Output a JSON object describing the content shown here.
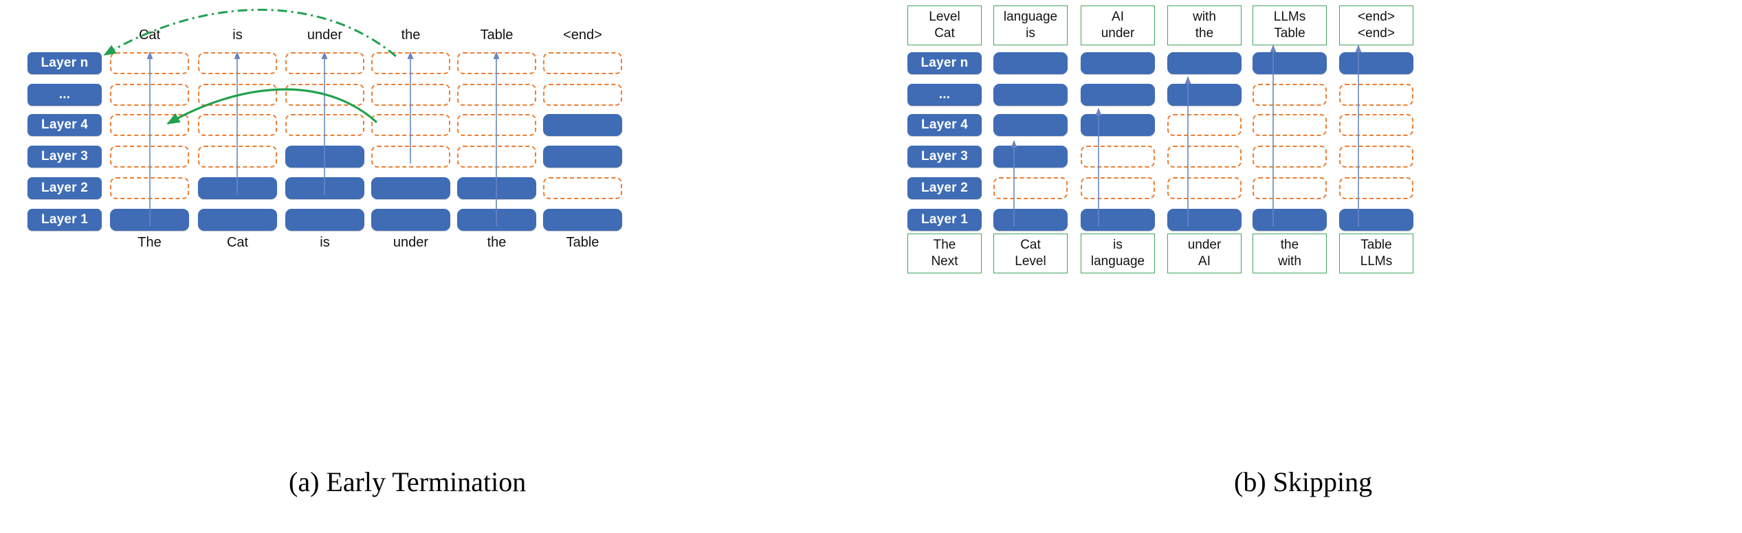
{
  "figure": {
    "panels": [
      {
        "id": "early-termination",
        "caption": "(a) Early Termination",
        "layer_labels": [
          "Layer n",
          "...",
          "Layer 4",
          "Layer 3",
          "Layer 2",
          "Layer 1"
        ],
        "top_token_labels": [
          "",
          "Cat",
          "is",
          "under",
          "the",
          "Table",
          "<end>"
        ],
        "bottom_token_labels": [
          "The",
          "Cat",
          "is",
          "under",
          "the",
          "Table"
        ],
        "columns": [
          "The",
          "Cat",
          "is",
          "under",
          "the",
          "Table"
        ],
        "grid_active": [
          [
            false,
            false,
            false,
            false,
            false,
            false
          ],
          [
            false,
            false,
            false,
            false,
            false,
            false
          ],
          [
            false,
            false,
            false,
            false,
            false,
            true
          ],
          [
            false,
            false,
            true,
            false,
            false,
            true
          ],
          [
            false,
            true,
            true,
            true,
            true,
            false
          ],
          [
            true,
            true,
            true,
            true,
            true,
            true
          ]
        ],
        "annotations": [
          {
            "name": "early-exit-arc",
            "style": "dash-dot",
            "color": "#22a14e",
            "from": "Table top",
            "to": "Layer n of Cat column"
          },
          {
            "name": "reuse-arc",
            "style": "solid",
            "color": "#22a14e",
            "from": "Table Layer 4",
            "to": "is Layer 4"
          }
        ]
      },
      {
        "id": "skipping",
        "caption": "(b) Skipping",
        "layer_labels": [
          "Layer n",
          "...",
          "Layer 4",
          "Layer 3",
          "Layer 2",
          "Layer 1"
        ],
        "output_boxes": [
          [
            "Level",
            "Cat"
          ],
          [
            "language",
            "is"
          ],
          [
            "AI",
            "under"
          ],
          [
            "with",
            "the"
          ],
          [
            "LLMs",
            "Table"
          ],
          [
            "<end>",
            "<end>"
          ]
        ],
        "input_boxes": [
          [
            "The",
            "Next"
          ],
          [
            "Cat",
            "Level"
          ],
          [
            "is",
            "language"
          ],
          [
            "under",
            "AI"
          ],
          [
            "the",
            "with"
          ],
          [
            "Table",
            "LLMs"
          ]
        ],
        "grid_active": [
          [
            true,
            true,
            true,
            true,
            true,
            true
          ],
          [
            true,
            true,
            true,
            true,
            false,
            false
          ],
          [
            true,
            true,
            true,
            false,
            false,
            false
          ],
          [
            true,
            true,
            false,
            false,
            false,
            false
          ],
          [
            true,
            false,
            false,
            false,
            false,
            false
          ],
          [
            true,
            true,
            true,
            true,
            true,
            true
          ]
        ]
      }
    ]
  },
  "colors": {
    "active_block": "#3f6cb5",
    "idle_border": "#ed7d31",
    "token_border": "#3fa45b",
    "arrow": "#6a85c2",
    "annotation_green": "#22a14e"
  }
}
